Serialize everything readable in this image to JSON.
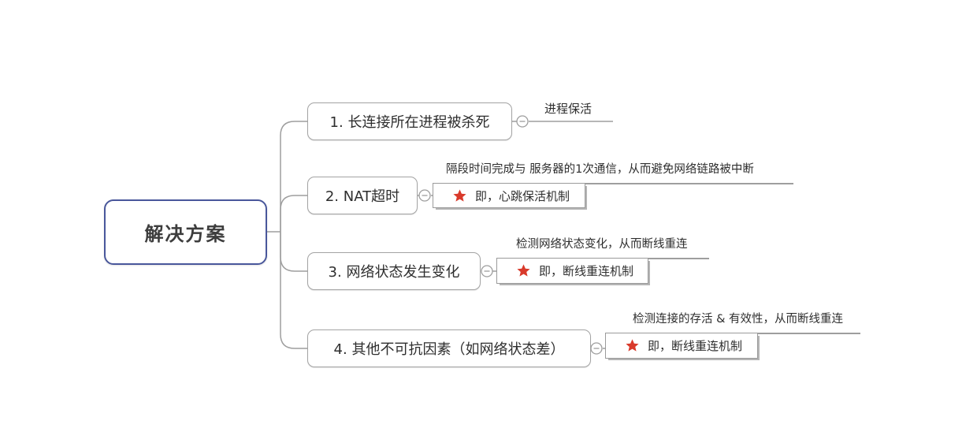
{
  "root": {
    "label": "解决方案"
  },
  "branches": [
    {
      "label": "1. 长连接所在进程被杀死",
      "child": {
        "label": "进程保活"
      }
    },
    {
      "label": "2. NAT超时",
      "note": "隔段时间完成与 服务器的1次通信，从而避免网络链路被中断",
      "solution": "即，心跳保活机制"
    },
    {
      "label": "3. 网络状态发生变化",
      "note": "检测网络状态变化，从而断线重连",
      "solution": "即，断线重连机制"
    },
    {
      "label": "4. 其他不可抗因素（如网络状态差）",
      "note": "检测连接的存活 & 有效性，从而断线重连",
      "solution": "即，断线重连机制"
    }
  ],
  "icons": {
    "marker": "red-star",
    "collapse": "minus"
  },
  "colors": {
    "root_border": "#49579b",
    "connector": "#9e9e9e",
    "marker_red": "#d93a2b"
  }
}
